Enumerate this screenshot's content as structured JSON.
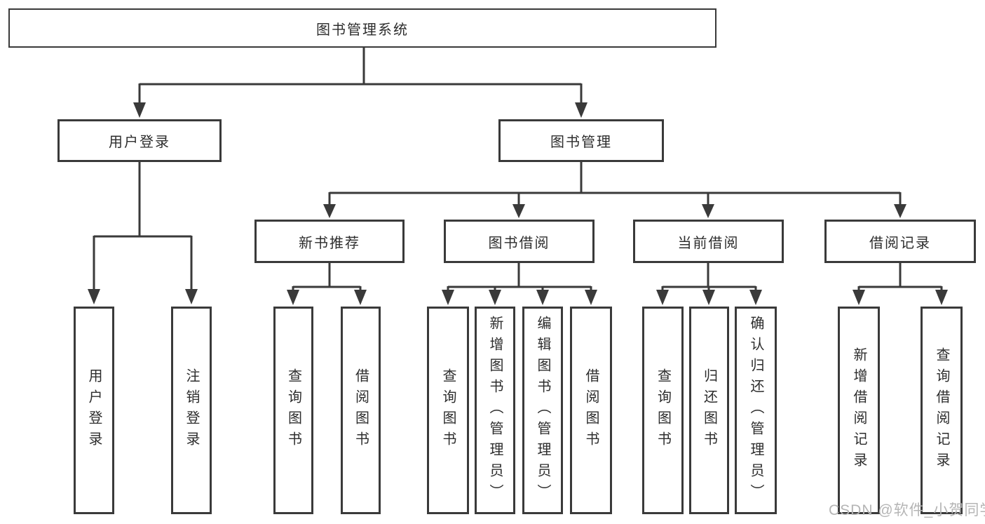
{
  "diagram": {
    "type": "hierarchy-tree",
    "colors": {
      "line": "#3a3a3a",
      "box_border": "#3a3a3a",
      "box_fill": "#ffffff",
      "text": "#2d2d2d",
      "watermark": "#b5b5b5",
      "background": "#ffffff"
    },
    "nodes": {
      "root": {
        "label": "图书管理系统"
      },
      "userLogin": {
        "label": "用户登录"
      },
      "bookMgmt": {
        "label": "图书管理"
      },
      "login": {
        "label": "用户登录"
      },
      "logout": {
        "label": "注销登录"
      },
      "newBookRec": {
        "label": "新书推荐"
      },
      "bookBorrow": {
        "label": "图书借阅"
      },
      "currentBorrow": {
        "label": "当前借阅"
      },
      "borrowRecord": {
        "label": "借阅记录"
      },
      "nbQueryBook": {
        "label": "查询图书"
      },
      "nbBorrowBook": {
        "label": "借阅图书"
      },
      "bbQueryBook": {
        "label": "查询图书"
      },
      "bbAddBook": {
        "label": "新增图书（管理员）"
      },
      "bbEditBook": {
        "label": "编辑图书（管理员）"
      },
      "bbBorrowBook": {
        "label": "借阅图书"
      },
      "cbQueryBook": {
        "label": "查询图书"
      },
      "cbReturnBook": {
        "label": "归还图书"
      },
      "cbConfirmReturn": {
        "label": "确认归还（管理员）"
      },
      "brAddRecord": {
        "label": "新增借阅记录"
      },
      "brQueryRecord": {
        "label": "查询借阅记录"
      }
    },
    "edges": [
      [
        "root",
        "userLogin"
      ],
      [
        "root",
        "bookMgmt"
      ],
      [
        "userLogin",
        "login"
      ],
      [
        "userLogin",
        "logout"
      ],
      [
        "bookMgmt",
        "newBookRec"
      ],
      [
        "bookMgmt",
        "bookBorrow"
      ],
      [
        "bookMgmt",
        "currentBorrow"
      ],
      [
        "bookMgmt",
        "borrowRecord"
      ],
      [
        "newBookRec",
        "nbQueryBook"
      ],
      [
        "newBookRec",
        "nbBorrowBook"
      ],
      [
        "bookBorrow",
        "bbQueryBook"
      ],
      [
        "bookBorrow",
        "bbAddBook"
      ],
      [
        "bookBorrow",
        "bbEditBook"
      ],
      [
        "bookBorrow",
        "bbBorrowBook"
      ],
      [
        "currentBorrow",
        "cbQueryBook"
      ],
      [
        "currentBorrow",
        "cbReturnBook"
      ],
      [
        "currentBorrow",
        "cbConfirmReturn"
      ],
      [
        "borrowRecord",
        "brAddRecord"
      ],
      [
        "borrowRecord",
        "brQueryRecord"
      ]
    ],
    "watermark": {
      "text": "CSDN @软件_小贺同学"
    }
  }
}
